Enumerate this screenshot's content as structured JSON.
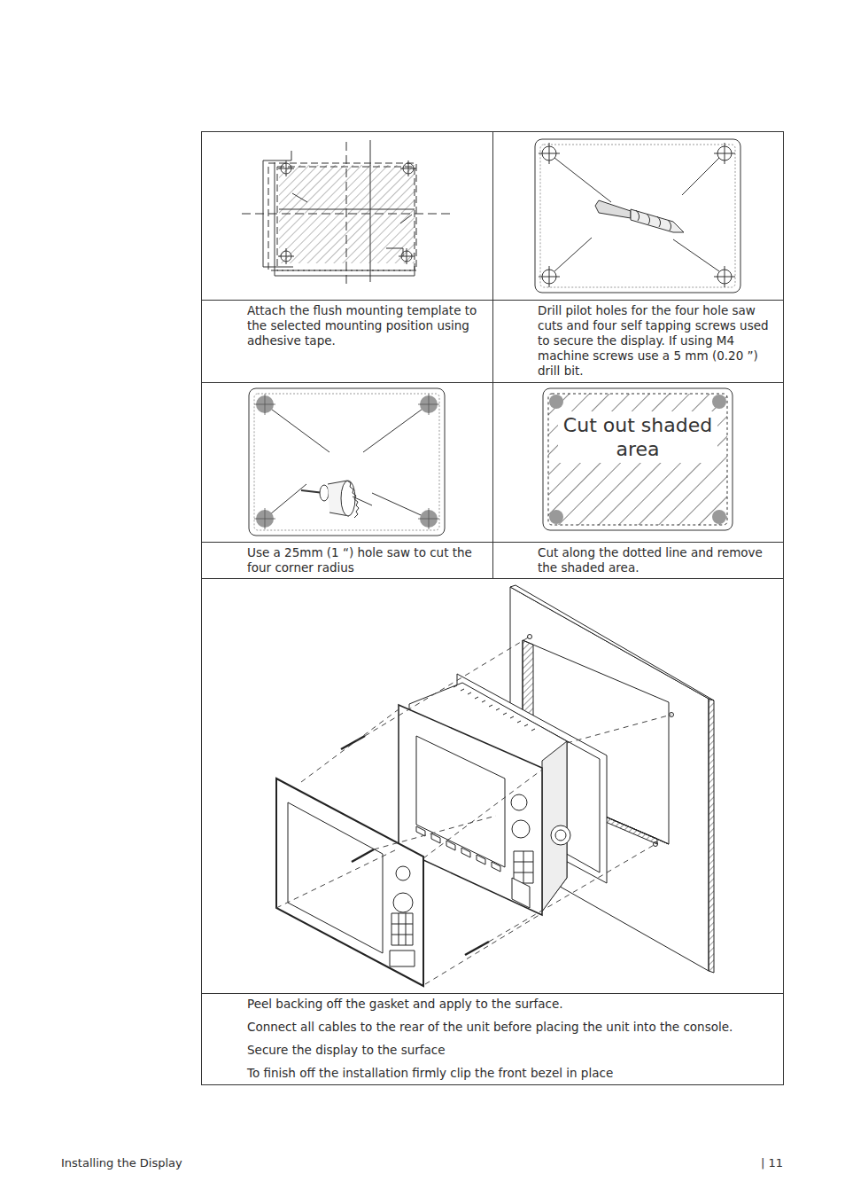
{
  "diagram": {
    "labels": [
      "Attach the flush mounting template to the selected mounting position using adhesive tape.",
      "Drill pilot holes for the four hole saw cuts and four self tapping screws used to secure the display. If using M4 machine screws use a 5 mm (0.20 ”) drill bit.",
      "Cut out shaded area",
      "Use a 25mm (1 “) hole saw to cut the four corner radius",
      "Cut along the dotted line and remove the shaded area.",
      "Peel backing off the gasket and apply to the surface.",
      "Connect all cables to the rear of the unit before placing the unit into the console.",
      "Secure the display to the surface",
      "To finish off the installation firmly clip the front bezel in place",
      "Installing the Display",
      "| 11"
    ]
  }
}
